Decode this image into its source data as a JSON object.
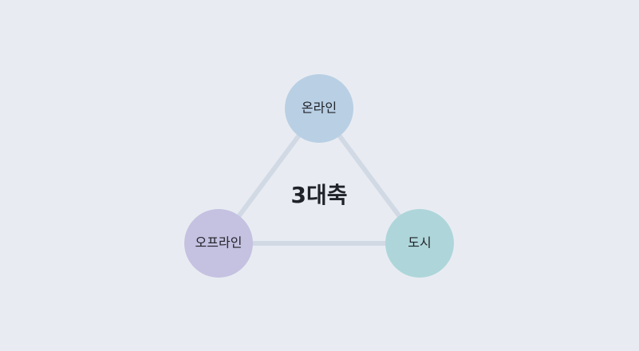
{
  "diagram": {
    "center_label": "3대축",
    "edge_color": "#d1d9e4",
    "background": "#e8ecf2",
    "nodes": [
      {
        "label": "온라인",
        "color": "#b9cfe4"
      },
      {
        "label": "오프라인",
        "color": "#c5c1e1"
      },
      {
        "label": "도시",
        "color": "#aed6da"
      }
    ]
  }
}
